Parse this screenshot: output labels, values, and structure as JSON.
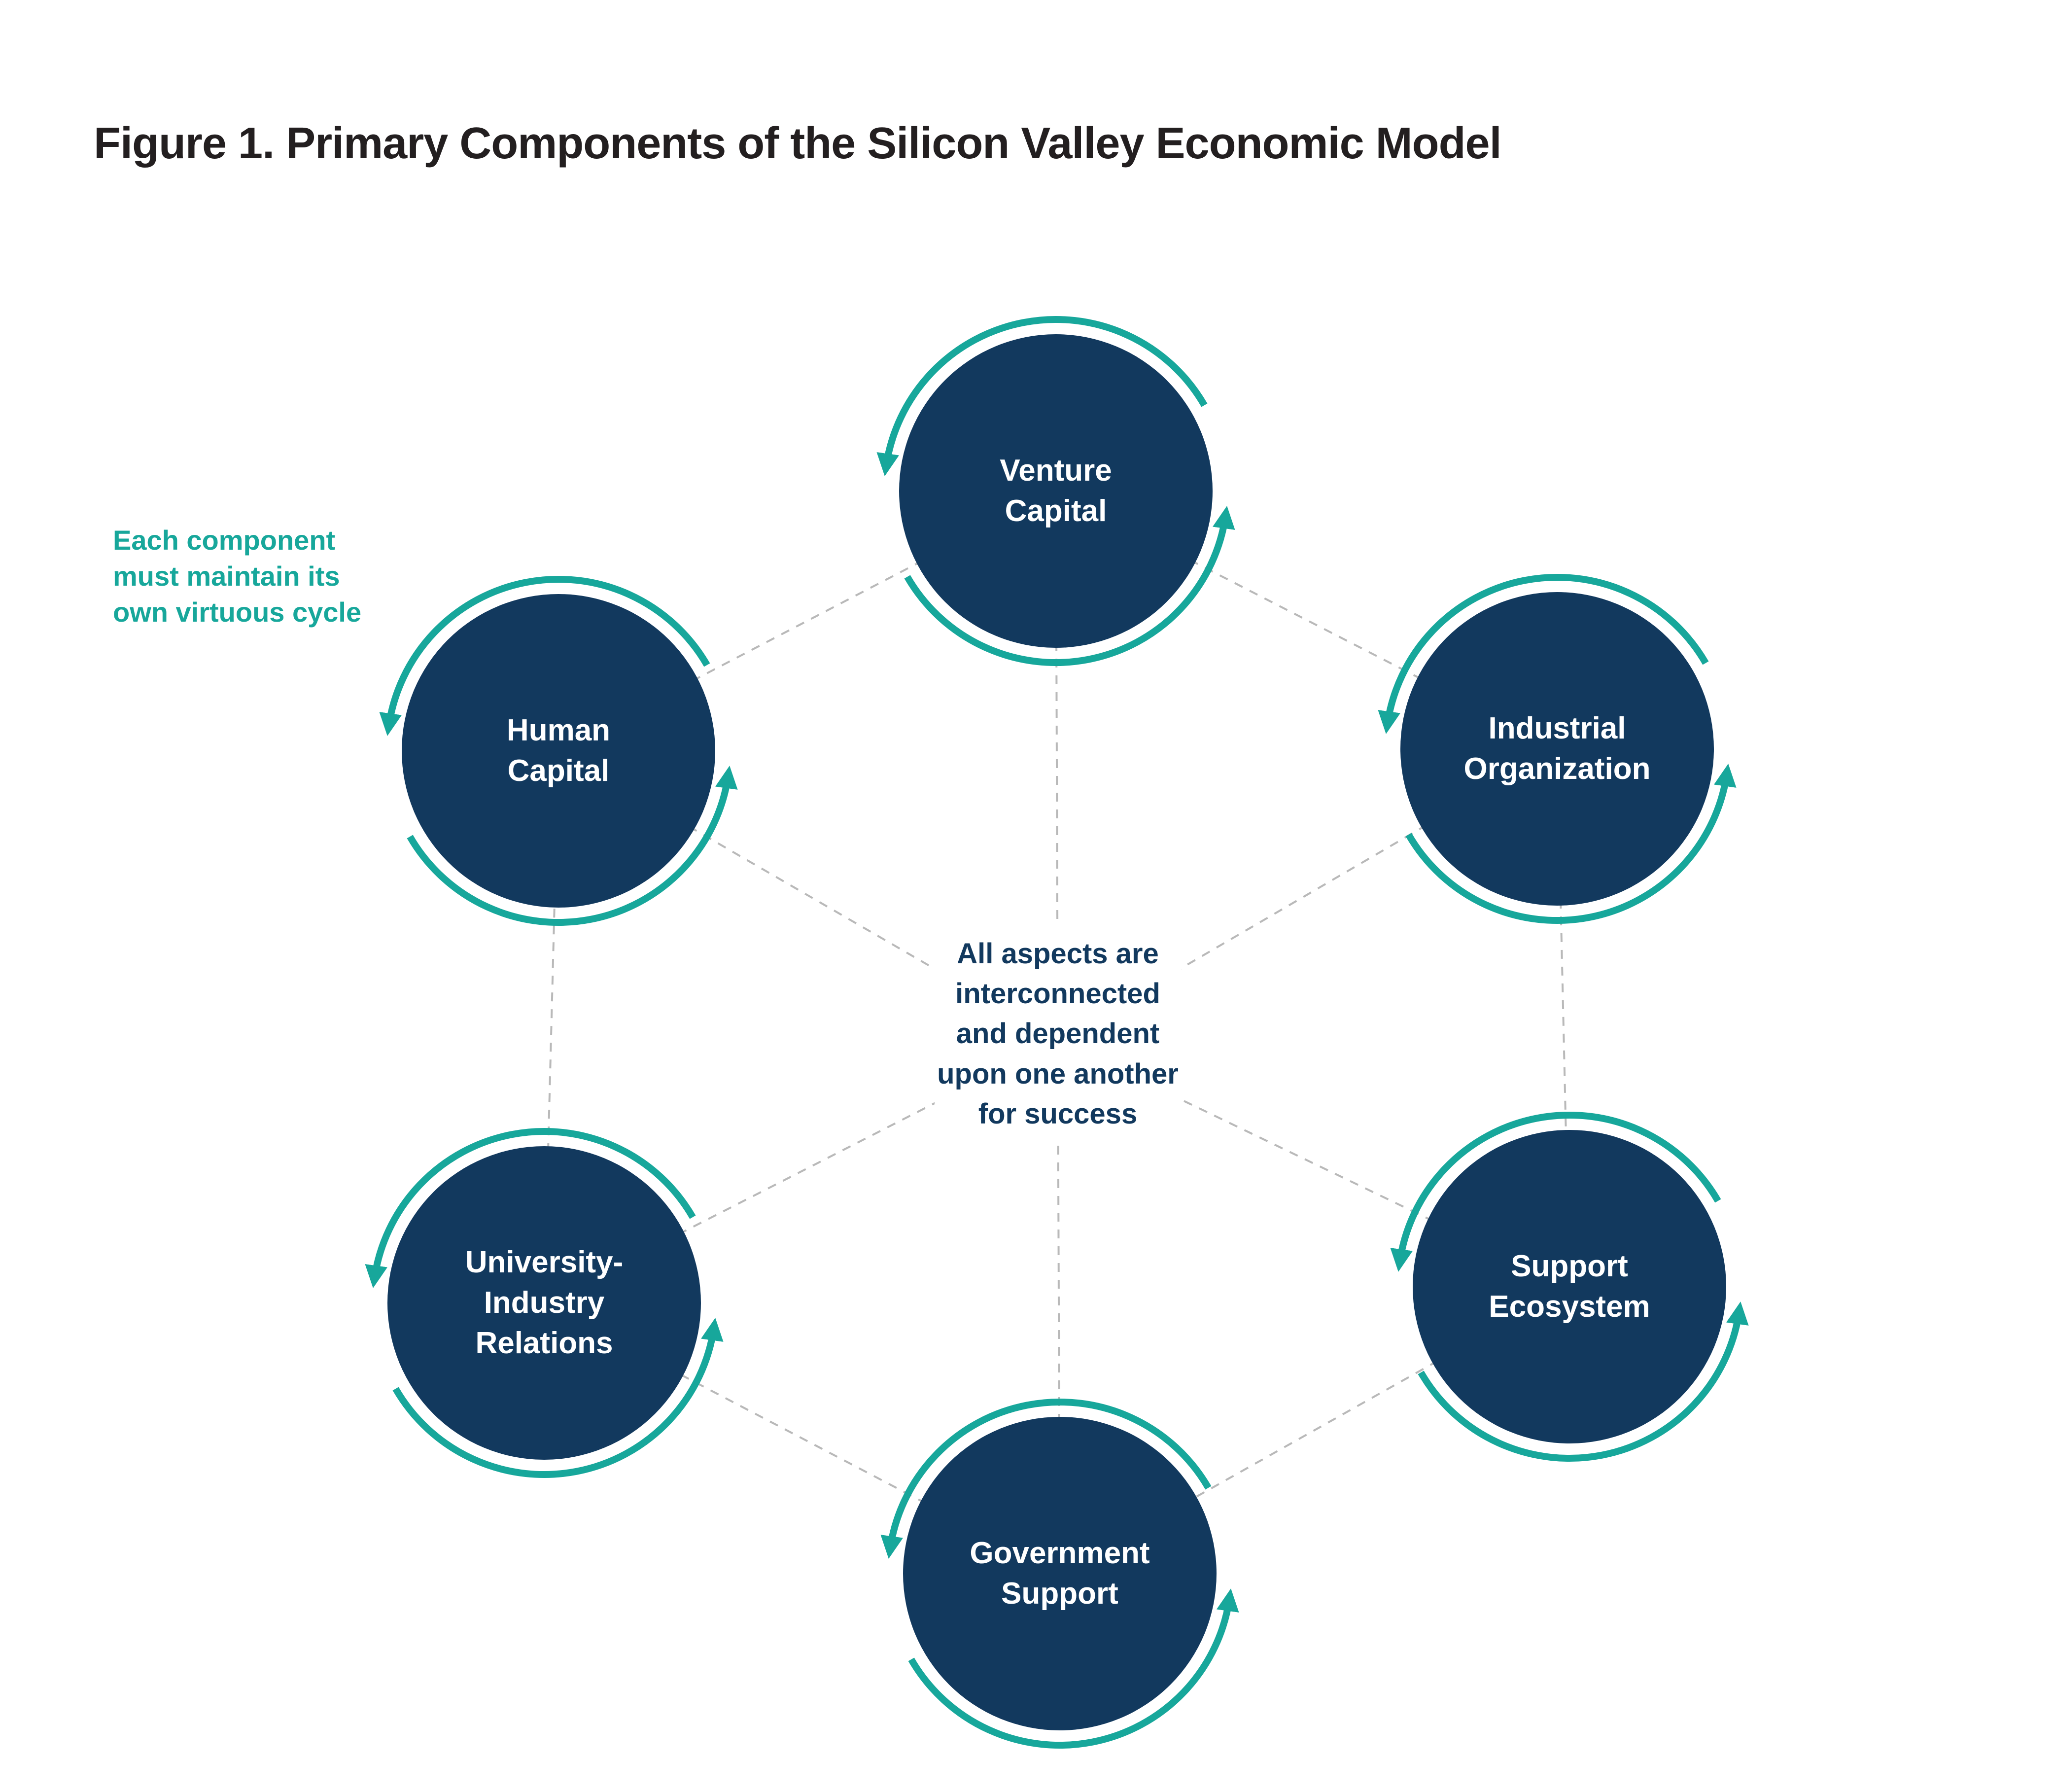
{
  "title": "Figure 1. Primary Components of the Silicon Valley Economic Model",
  "annotation": "Each component must maintain its own virtuous cycle",
  "center_note": "All aspects are interconnected and dependent upon one another for success",
  "diagram": {
    "type": "cycle-diagram",
    "nodes": [
      {
        "label": "Venture Capital",
        "lines": [
          "Venture",
          "Capital"
        ]
      },
      {
        "label": "Industrial Organization",
        "lines": [
          "Industrial",
          "Organization"
        ]
      },
      {
        "label": "Support Ecosystem",
        "lines": [
          "Support",
          "Ecosystem"
        ]
      },
      {
        "label": "Government Support",
        "lines": [
          "Government",
          "Support"
        ]
      },
      {
        "label": "University-Industry Relations",
        "lines": [
          "University-",
          "Industry",
          "Relations"
        ]
      },
      {
        "label": "Human Capital",
        "lines": [
          "Human",
          "Capital"
        ]
      }
    ]
  },
  "colors": {
    "node_fill": "#12395E",
    "node_text": "#FFFFFF",
    "accent_teal": "#17A79B",
    "center_text": "#12395E",
    "title_text": "#231F20",
    "dashed_line": "#B9B9B9",
    "background": "#FFFFFF"
  }
}
